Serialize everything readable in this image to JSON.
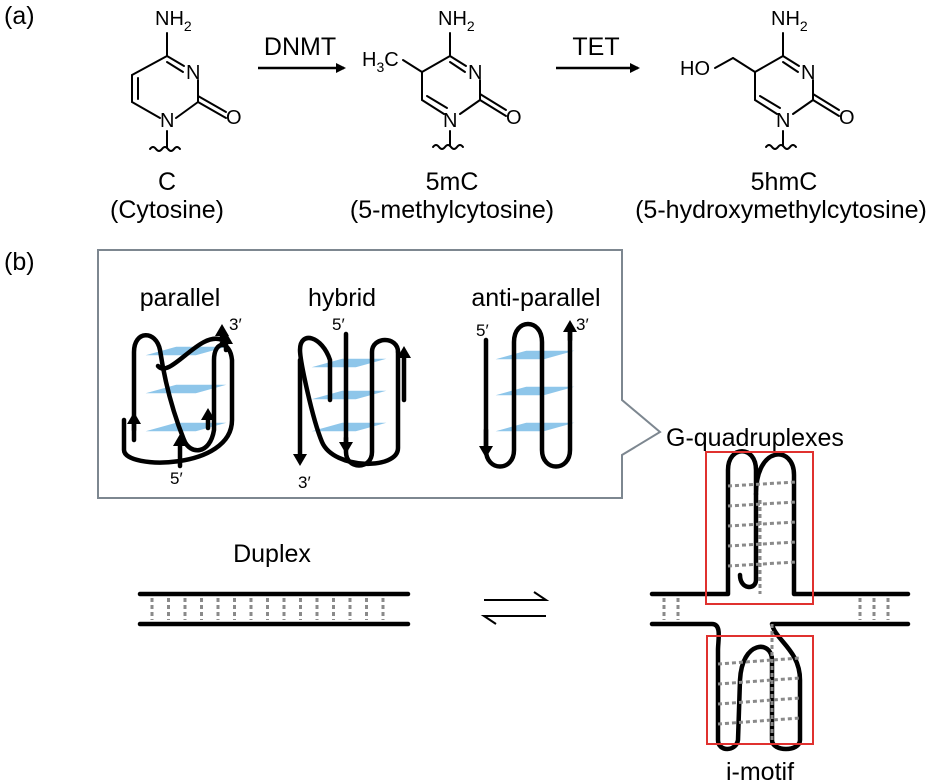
{
  "panels": {
    "a_label": "(a)",
    "b_label": "(b)"
  },
  "panel_a": {
    "compounds": [
      {
        "abbr": "C",
        "name": "(Cytosine)"
      },
      {
        "abbr": "5mC",
        "name": "(5-methylcytosine)"
      },
      {
        "abbr": "5hmC",
        "name": "(5-hydroxymethylcytosine)"
      }
    ],
    "arrows": [
      {
        "label": "DNMT"
      },
      {
        "label": "TET"
      }
    ],
    "atoms": {
      "amine": "NH",
      "amine_sub": "2",
      "ring_n": "N",
      "carbonyl_o": "O",
      "methyl_h": "H",
      "methyl_sub": "3",
      "methyl_c": "C",
      "hydroxyl": "HO"
    }
  },
  "panel_b": {
    "topologies": [
      "parallel",
      "hybrid",
      "anti-parallel"
    ],
    "primes": {
      "five": "5′",
      "three": "3′"
    },
    "g4_label": "G-quadruplexes",
    "duplex_label": "Duplex",
    "imotif_label": "i-motif"
  }
}
